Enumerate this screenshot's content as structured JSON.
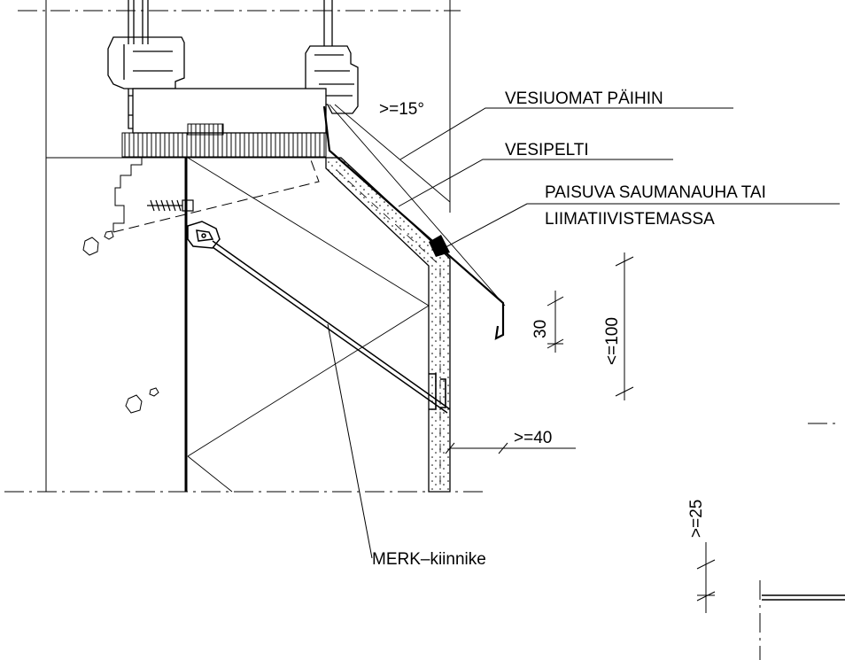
{
  "labels": {
    "water_grooves": "VESIUOMAT PÄIHIN",
    "flashing": "VESIPELTI",
    "sealing_tape_line1": "PAISUVA SAUMANAUHA TAI",
    "sealing_tape_line2": "LIIMATIIVISTEMASSA",
    "bracket": "MERK–kiinnike"
  },
  "dimensions": {
    "slope": ">=15°",
    "drip_length": "30",
    "overhang_height": "<=100",
    "wall_clearance": ">=40",
    "edge_distance": ">=25"
  }
}
